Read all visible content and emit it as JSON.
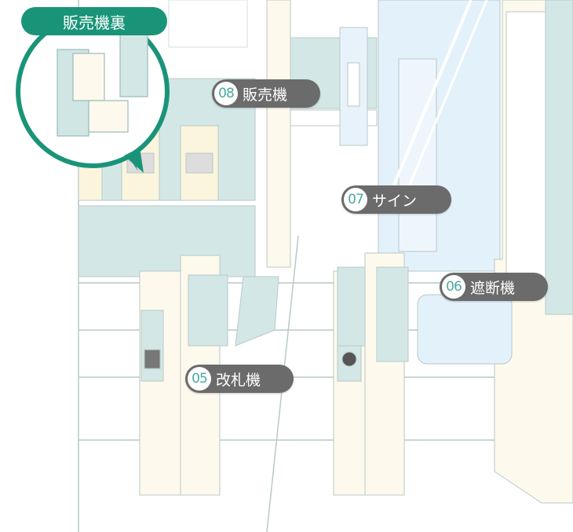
{
  "bubble": {
    "title": "販売機裏"
  },
  "hotspots": [
    {
      "num": "08",
      "label": "販売機"
    },
    {
      "num": "07",
      "label": "サイン"
    },
    {
      "num": "06",
      "label": "遮断機"
    },
    {
      "num": "05",
      "label": "改札機"
    }
  ],
  "colors": {
    "accent": "#1a9478",
    "pill": "#6b6b6b",
    "number": "#4aa9a0",
    "teal": "#cfe6e4",
    "cream": "#fdf9ec"
  }
}
